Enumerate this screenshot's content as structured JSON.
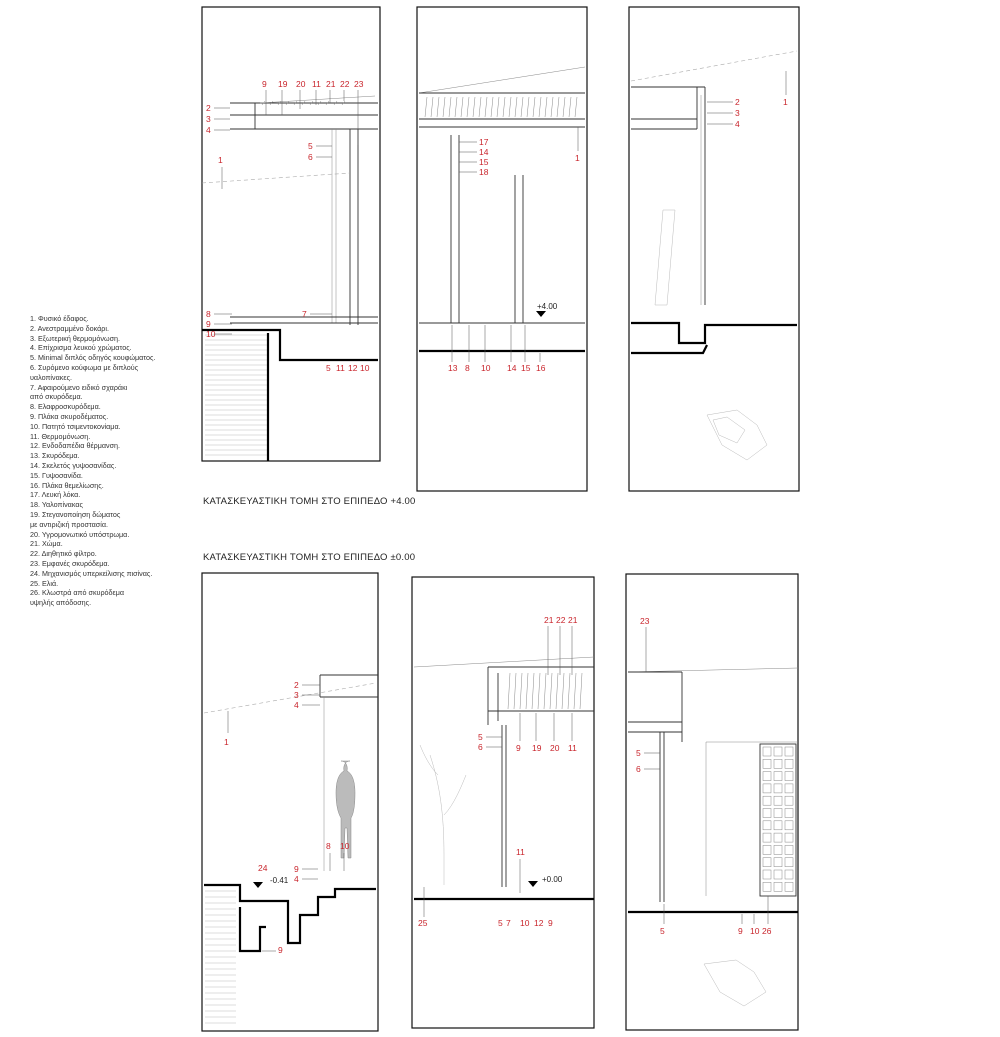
{
  "legend": [
    "1. Φυσικό έδαφος.",
    "2. Ανεστραμμένο δοκάρι.",
    "3. Εξωτερική θερμομόνωση.",
    "4. Επίχρισμα λευκού χρώματος.",
    "5. Minimal διπλός οδηγός κουφώματος.",
    "6. Συρόμενο κούφωμα με διπλούς\nυαλοπίνακες.",
    "7. Αφαιρούμενο ειδικό σχαράκι\nαπό σκυρόδεμα.",
    "8. Ελαφροσκυρόδεμα.",
    "9. Πλάκα σκυροδέματος.",
    "10. Πατητό τσιμεντοκονίαμα.",
    "11. Θερμομόνωση.",
    "12. Ενδοδαπέδια θέρμανση.",
    "13. Σκυρόδεμα.",
    "14. Σκελετός γυψοσανίδας.",
    "15. Γυψοσανίδα.",
    "16. Πλάκα θεμελίωσης.",
    "17. Λευκή λόκα.",
    "18. Υαλοπίνακας",
    "19. Στεγανοποίηση δώματος\nμε αντιριζική προστασία.",
    "20. Υγρομονωτικό υπόστρωμα.",
    "21. Χώμα.",
    "22. Διηθητικό φίλτρο.",
    "23. Εμφανές σκυρόδεμα.",
    "24. Μηχανισμός υπερκείλισης πισίνας.",
    "25. Ελιά.",
    "26. Κλωστρά από σκυρόδεμα\nυψηλής απόδοσης."
  ],
  "captions": {
    "upper": "ΚΑΤΑΣΚΕΥΑΣΤΙΚΗ ΤΟΜΗ ΣΤΟ ΕΠΙΠΕΔΟ +4.00",
    "lower": "ΚΑΤΑΣΚΕΥΑΣΤΙΚΗ ΤΟΜΗ ΣΤΟ ΕΠΙΠΕΔΟ ±0.00"
  },
  "levels": {
    "upper": "+4.00",
    "lower_pool": "-0.41",
    "lower_floor": "+0.00"
  },
  "colors": {
    "callout": "#c9252c",
    "line": "#111111"
  },
  "panels": {
    "p1": {
      "top": [
        "9",
        "19",
        "20",
        "11",
        "21",
        "22",
        "23"
      ],
      "left": [
        "2",
        "3",
        "4",
        "1",
        "8",
        "9",
        "10"
      ],
      "mid": [
        "5",
        "6",
        "7"
      ],
      "bottom": [
        "5",
        "11",
        "12",
        "10"
      ]
    },
    "p2": {
      "side": [
        "17",
        "14",
        "15",
        "18",
        "1"
      ],
      "bottom": [
        "13",
        "8",
        "10",
        "14",
        "15",
        "16"
      ]
    },
    "p3": {
      "side": [
        "2",
        "3",
        "4",
        "1"
      ]
    },
    "p4": {
      "side": [
        "2",
        "3",
        "4",
        "1",
        "24",
        "9",
        "4",
        "8",
        "10",
        "9"
      ]
    },
    "p5": {
      "top": [
        "21",
        "22",
        "21"
      ],
      "mid": [
        "5",
        "6",
        "9",
        "19",
        "20",
        "11",
        "11"
      ],
      "bottom": [
        "5",
        "7",
        "10",
        "12",
        "9",
        "25"
      ]
    },
    "p6": {
      "top": [
        "23"
      ],
      "mid": [
        "5",
        "6"
      ],
      "bottom": [
        "5",
        "9",
        "10",
        "26"
      ]
    }
  }
}
